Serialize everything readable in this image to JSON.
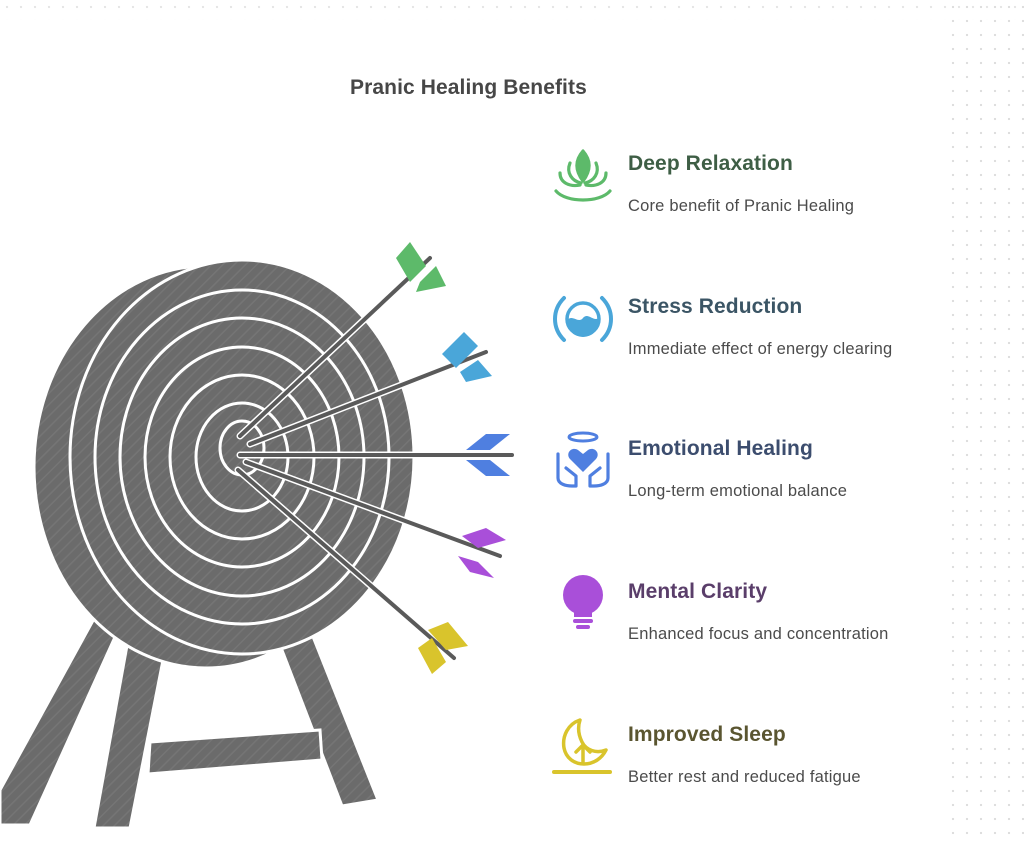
{
  "title": "Pranic Healing Benefits",
  "benefits": [
    {
      "title": "Deep Relaxation",
      "description": "Core benefit of Pranic Healing",
      "icon": "lotus-icon",
      "color": "#5dba6a",
      "title_color": "#3e5e45"
    },
    {
      "title": "Stress Reduction",
      "description": "Immediate effect of energy clearing",
      "icon": "calm-wave-icon",
      "color": "#4aa6d9",
      "title_color": "#3b5565"
    },
    {
      "title": "Emotional Healing",
      "description": "Long-term emotional balance",
      "icon": "halo-heart-hands-icon",
      "color": "#4f7fe0",
      "title_color": "#3c4d6e"
    },
    {
      "title": "Mental Clarity",
      "description": "Enhanced focus and concentration",
      "icon": "lightbulb-icon",
      "color": "#a94fd9",
      "title_color": "#5a3e6a"
    },
    {
      "title": "Improved Sleep",
      "description": "Better rest and reduced fatigue",
      "icon": "moon-sunrise-icon",
      "color": "#d9c42c",
      "title_color": "#5a5530"
    }
  ],
  "colors": {
    "target": "#6b6b6b",
    "stroke": "#ffffff",
    "shaft": "#5a5a5a"
  }
}
